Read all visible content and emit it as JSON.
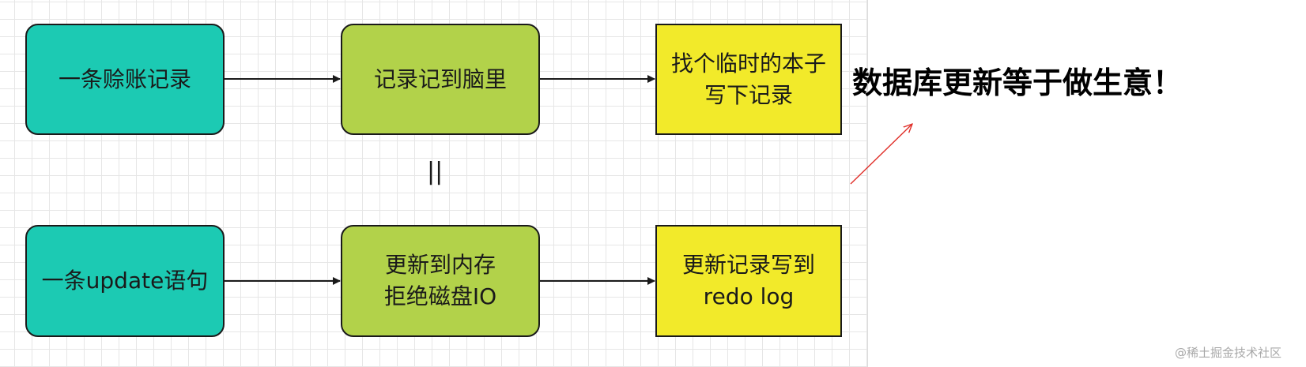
{
  "diagram": {
    "row1": {
      "box1": "一条赊账记录",
      "box2": "记录记到脑里",
      "box3": "找个临时的本子\n写下记录"
    },
    "equals_sign": "||",
    "row2": {
      "box1": "一条update语句",
      "box2": "更新到内存\n拒绝磁盘IO",
      "box3": "更新记录写到\nredo log"
    },
    "headline": "数据库更新等于做生意！",
    "watermark": "@稀土掘金技术社区",
    "colors": {
      "teal": "#1ccab3",
      "green": "#b2d24a",
      "yellow": "#f2ea2a",
      "annotation_arrow": "#e0302a"
    }
  }
}
